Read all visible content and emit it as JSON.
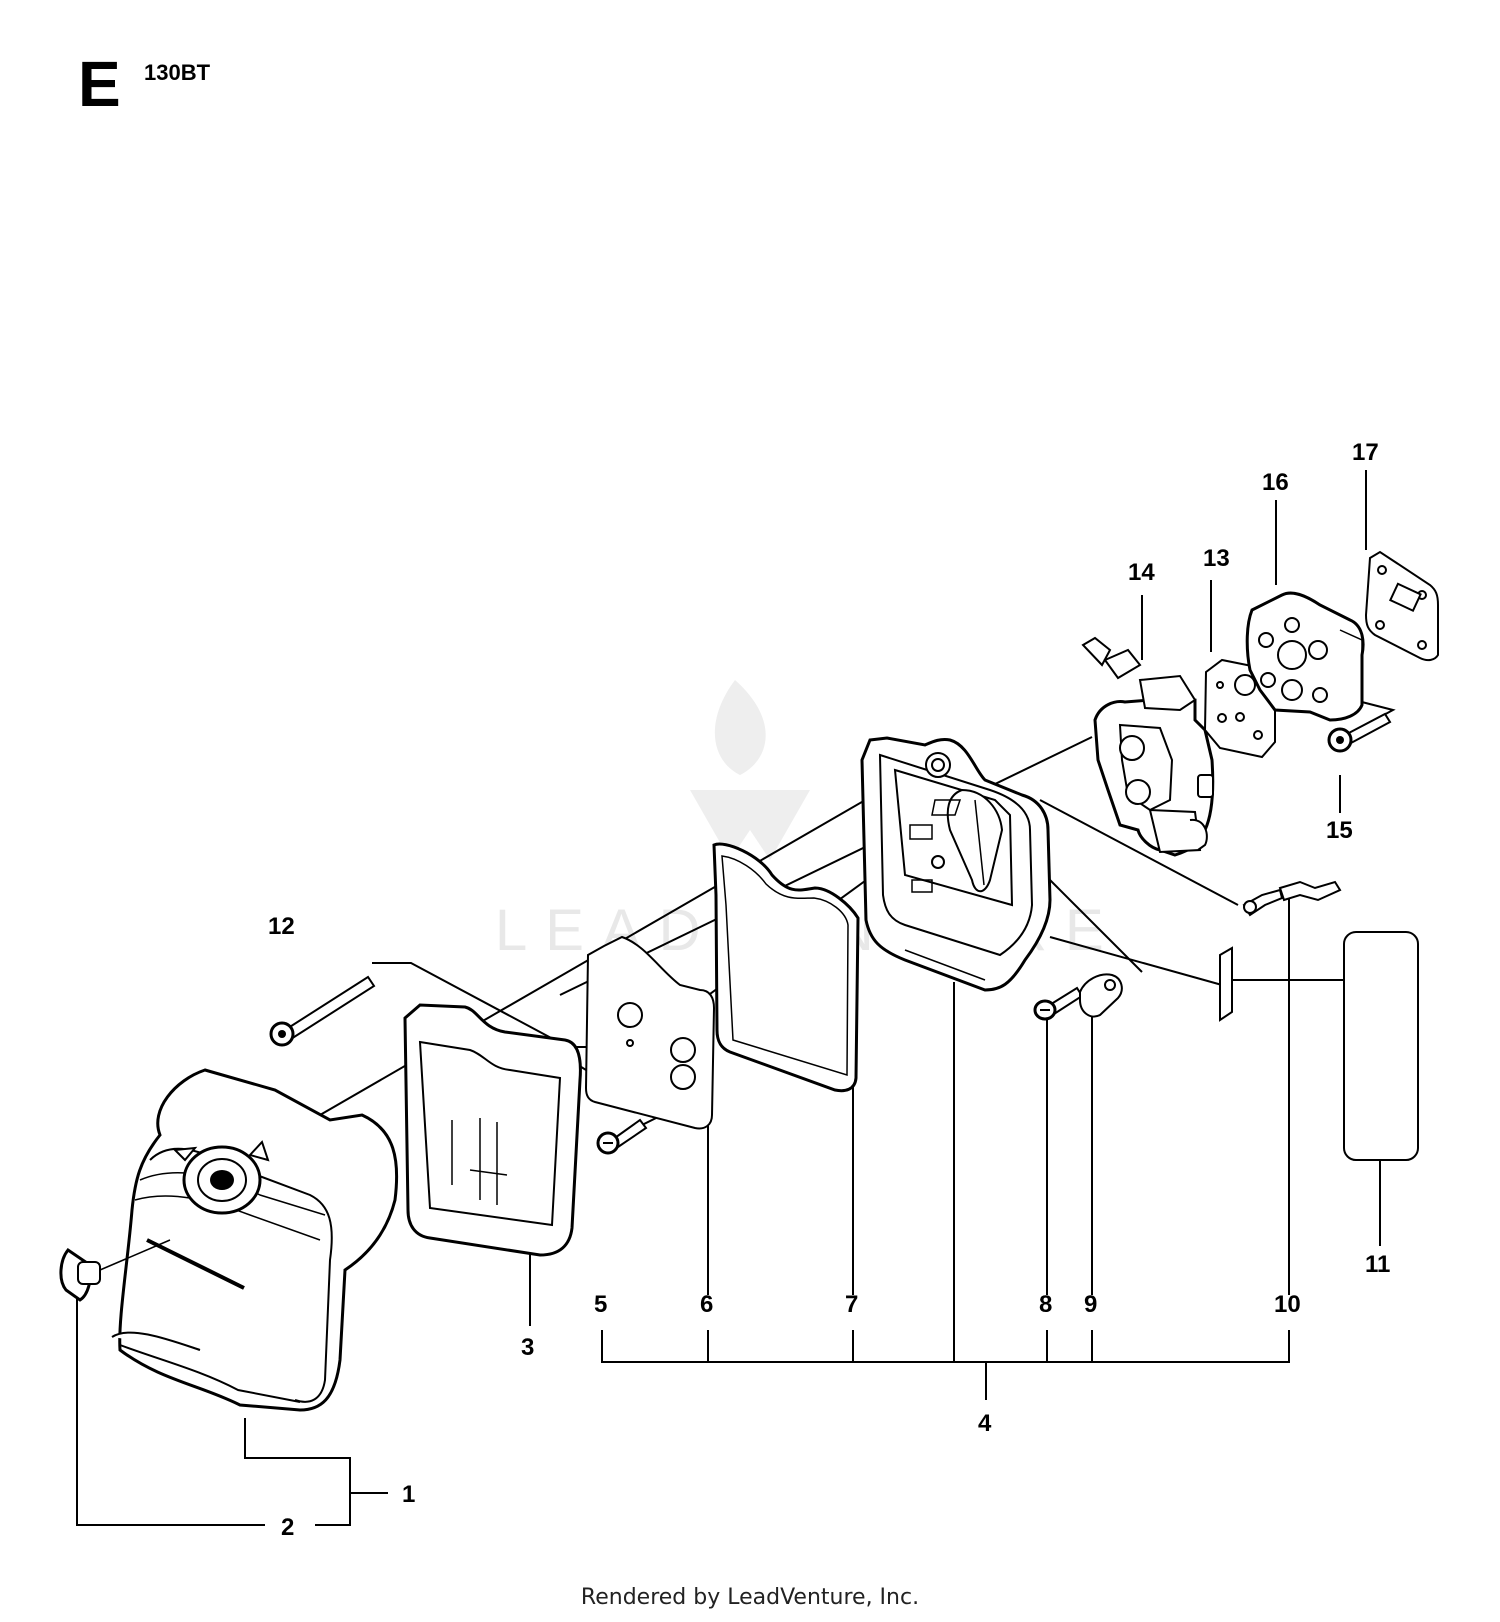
{
  "header": {
    "section_letter": "E",
    "model": "130BT"
  },
  "watermark": {
    "text": "LEADVENTURE"
  },
  "callouts": [
    {
      "id": "1",
      "label": "1"
    },
    {
      "id": "2",
      "label": "2"
    },
    {
      "id": "3",
      "label": "3"
    },
    {
      "id": "4",
      "label": "4"
    },
    {
      "id": "5",
      "label": "5"
    },
    {
      "id": "6",
      "label": "6"
    },
    {
      "id": "7",
      "label": "7"
    },
    {
      "id": "8",
      "label": "8"
    },
    {
      "id": "9",
      "label": "9"
    },
    {
      "id": "10",
      "label": "10"
    },
    {
      "id": "11",
      "label": "11"
    },
    {
      "id": "12",
      "label": "12"
    },
    {
      "id": "13",
      "label": "13"
    },
    {
      "id": "14",
      "label": "14"
    },
    {
      "id": "15",
      "label": "15"
    },
    {
      "id": "16",
      "label": "16"
    },
    {
      "id": "17",
      "label": "17"
    }
  ],
  "footer": {
    "text": "Rendered by LeadVenture, Inc."
  }
}
